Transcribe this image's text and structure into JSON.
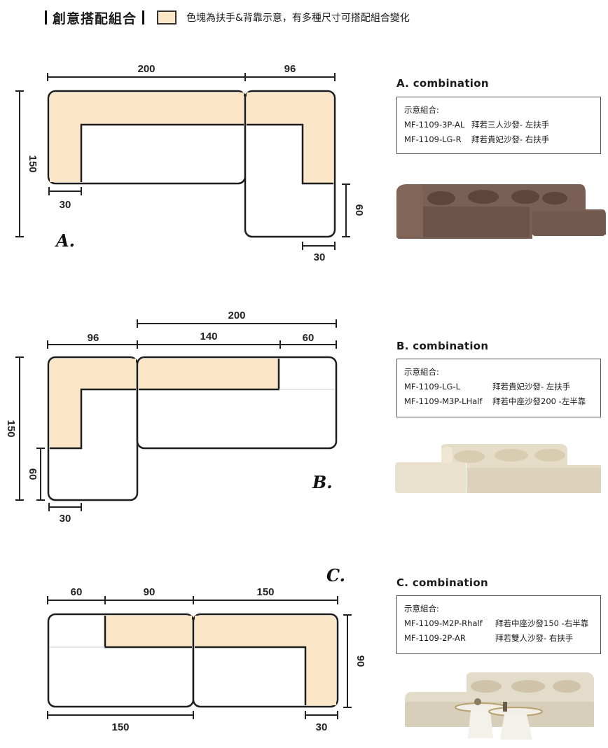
{
  "header": {
    "title": "創意搭配組合",
    "legend": "色塊為扶手&背靠示意，有多種尺寸可搭配組合變化",
    "fill_color": "#fbe6c7"
  },
  "sections": [
    {
      "letter": "A.",
      "combo_title": "A. combination",
      "box_label": "示意組合:",
      "items": [
        {
          "model": "MF-1109-3P-AL",
          "desc": "拜若三人沙發-  左扶手"
        },
        {
          "model": "MF-1109-LG-R",
          "desc": "拜若貴妃沙發-  右扶手"
        }
      ],
      "dims": {
        "top_a": "200",
        "top_b": "96",
        "left": "150",
        "bottom_left": "30",
        "right": "60",
        "bottom_right": "30"
      },
      "photo_color": "#7a5f54"
    },
    {
      "letter": "B.",
      "combo_title": "B. combination",
      "box_label": "示意組合:",
      "items": [
        {
          "model": "MF-1109-LG-L",
          "desc": "拜若貴妃沙發-  左扶手"
        },
        {
          "model": "MF-1109-M3P-LHalf",
          "desc": "拜若中座沙發200 -左半靠"
        }
      ],
      "dims": {
        "top_total": "200",
        "top_a": "96",
        "top_b": "140",
        "top_c": "60",
        "left": "150",
        "left_small": "60",
        "bottom": "30"
      },
      "photo_color": "#e6ddc8"
    },
    {
      "letter": "C.",
      "combo_title": "C. combination",
      "box_label": "示意組合:",
      "items": [
        {
          "model": "MF-1109-M2P-Rhalf",
          "desc": "拜若中座沙發150 -右半靠"
        },
        {
          "model": "MF-1109-2P-AR",
          "desc": "拜若雙人沙發-  右扶手"
        }
      ],
      "dims": {
        "top_a": "60",
        "top_b": "90",
        "top_c": "150",
        "right": "90",
        "bottom_a": "150",
        "bottom_b": "30"
      },
      "photo_color": "#e3dccb"
    }
  ]
}
